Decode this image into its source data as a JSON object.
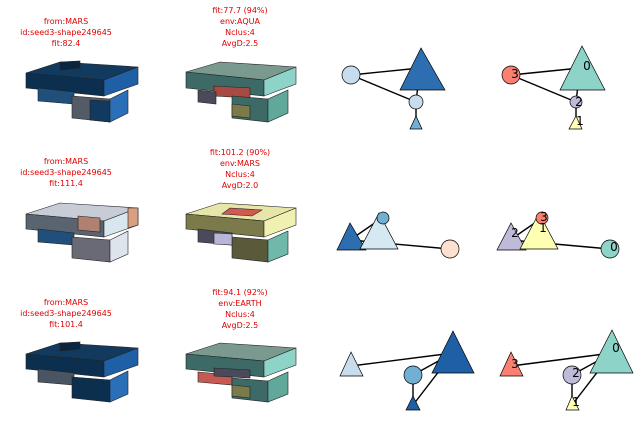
{
  "palette": {
    "caption": "#e00000",
    "viridis_dark": "#1f5fa6",
    "steel_light": "#b6d4e6",
    "slate": "#4a4a5a",
    "olive": "#7a7a4a",
    "teal": "#3d6a66",
    "khaki": "#d8d88a",
    "red_face": "#c65a52",
    "peach": "#d8a080",
    "set3_teal": "#8dd3c7",
    "set3_salmon": "#fb8072",
    "set3_lavender": "#bebada",
    "set3_yellow": "#ffffb3",
    "blues_dark": "#2c6eb0",
    "blues_mid": "#73aed3",
    "blues_light": "#c7dcec",
    "blues_pale": "#fde0d0"
  },
  "rows": [
    {
      "shape_caption": [
        "from:MARS",
        "id:seed3-shape249645",
        "fit:82.4"
      ],
      "voxel_caption": [
        "fit:77.7 (94%)",
        "env:AQUA",
        "Nclus:4",
        "AvgD:2.5"
      ],
      "cluster_labels": [
        "0",
        "1",
        "2",
        "3"
      ]
    },
    {
      "shape_caption": [
        "from:MARS",
        "id:seed3-shape249645",
        "fit:111.4"
      ],
      "voxel_caption": [
        "fit:101.2 (90%)",
        "env:MARS",
        "Nclus:4",
        "AvgD:2.0"
      ],
      "cluster_labels": [
        "0",
        "1",
        "2",
        "3"
      ]
    },
    {
      "shape_caption": [
        "from:MARS",
        "id:seed3-shape249645",
        "fit:101.4"
      ],
      "voxel_caption": [
        "fit:94.1 (92%)",
        "env:EARTH",
        "Nclus:4",
        "AvgD:2.5"
      ],
      "cluster_labels": [
        "0",
        "1",
        "2",
        "3"
      ]
    }
  ]
}
